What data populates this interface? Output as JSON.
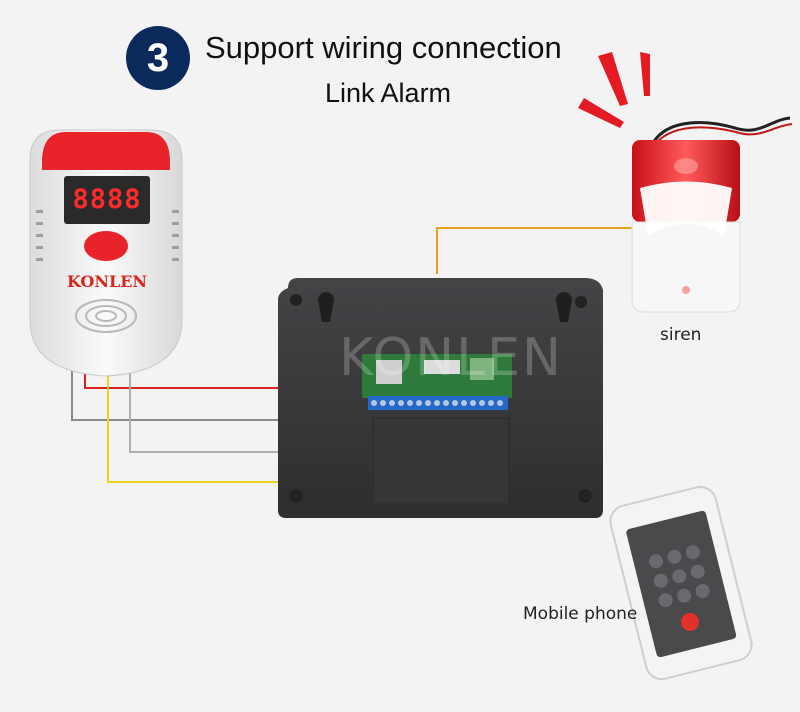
{
  "header": {
    "step_number": "3",
    "title": "Support wiring connection",
    "subtitle": "Link Alarm"
  },
  "detector": {
    "display_value": "8888",
    "brand": "KONLEN"
  },
  "panel": {
    "watermark": "KONLEN"
  },
  "siren": {
    "label": "siren"
  },
  "phone": {
    "label": "Mobile phone"
  },
  "colors": {
    "badge": "#0b2a5c",
    "detector_red": "#e8232a",
    "panel": "#3a3a3c",
    "wire_red": "#d92020",
    "wire_yellow": "#f0d020",
    "wire_gray": "#9a9a9a",
    "wire_orange": "#e8a020"
  }
}
